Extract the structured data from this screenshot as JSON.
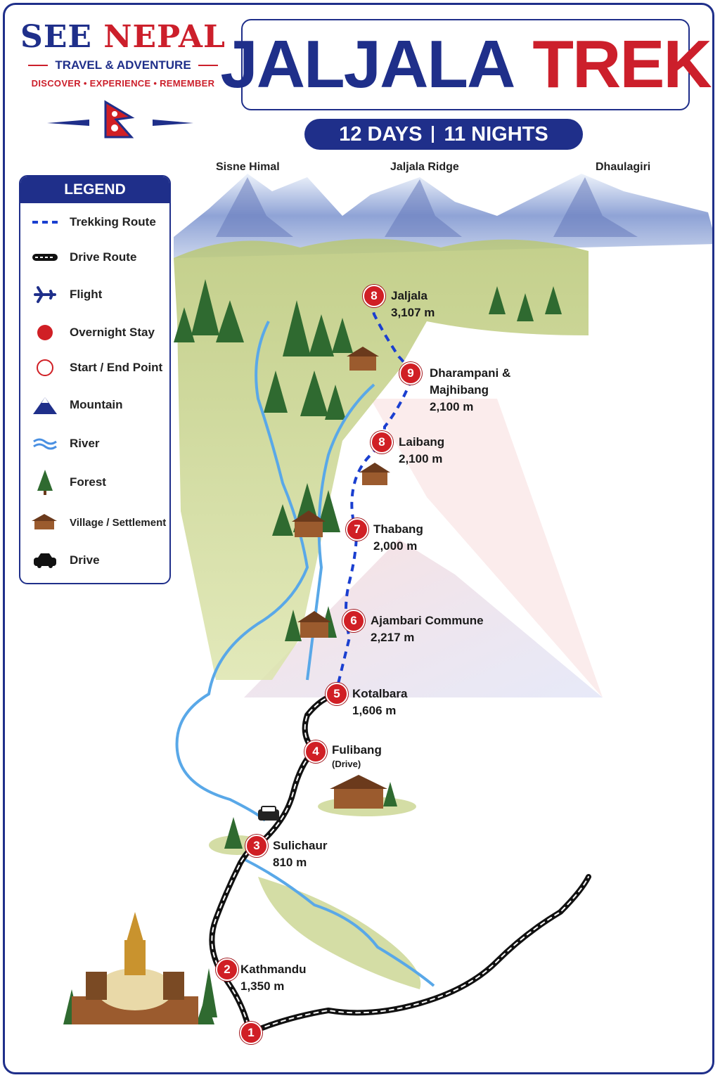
{
  "brand": {
    "name_a": "SEE",
    "name_b": "NEPAL",
    "subtitle": "TRAVEL & ADVENTURE",
    "tagline": "DISCOVER • EXPERIENCE • REMEMBER"
  },
  "title": {
    "part1": "JALJALA",
    "part2": "TREK"
  },
  "duration": {
    "days": "12 DAYS",
    "nights": "11 NIGHTS"
  },
  "peaks": [
    {
      "name": "Sisne Himal"
    },
    {
      "name": "Jaljala Ridge"
    },
    {
      "name": "Dhaulagiri"
    }
  ],
  "legend": {
    "title": "LEGEND",
    "items": [
      {
        "label": "Trekking Route",
        "icon": "dashed-line-icon"
      },
      {
        "label": "Drive Route",
        "icon": "road-icon"
      },
      {
        "label": "Flight",
        "icon": "airplane-icon"
      },
      {
        "label": "Overnight Stay",
        "icon": "red-dot-icon"
      },
      {
        "label": "Start / End Point",
        "icon": "ring-icon"
      },
      {
        "label": "Mountain",
        "icon": "mountain-icon"
      },
      {
        "label": "River",
        "icon": "river-icon"
      },
      {
        "label": "Forest",
        "icon": "tree-icon"
      },
      {
        "label": "Village / Settlement",
        "icon": "village-icon"
      },
      {
        "label": "Drive",
        "icon": "car-icon"
      }
    ]
  },
  "stops": [
    {
      "num": "1",
      "name": "",
      "alt": ""
    },
    {
      "num": "2",
      "name": "Kathmandu",
      "alt": "1,350 m"
    },
    {
      "num": "3",
      "name": "Sulichaur",
      "alt": "810 m"
    },
    {
      "num": "4",
      "name": "Fulibang",
      "alt": "",
      "note": "(Drive)"
    },
    {
      "num": "5",
      "name": "Kotalbara",
      "alt": "1,606 m"
    },
    {
      "num": "6",
      "name": "Ajambari Commune",
      "alt": "2,217 m"
    },
    {
      "num": "7",
      "name": "Thabang",
      "alt": "2,000 m"
    },
    {
      "num": "8",
      "name": "Laibang",
      "alt": "2,100 m"
    },
    {
      "num": "9",
      "name": "Dharampani &",
      "name2": "Majhibang",
      "alt": "2,100 m"
    },
    {
      "num": "8",
      "name": "Jaljala",
      "alt": "3,107 m"
    }
  ],
  "colors": {
    "navy": "#1f2f8a",
    "red": "#cc1f2b",
    "route_blue": "#1a3fd0",
    "river": "#59a8e8",
    "forest": "#2f6a30"
  }
}
